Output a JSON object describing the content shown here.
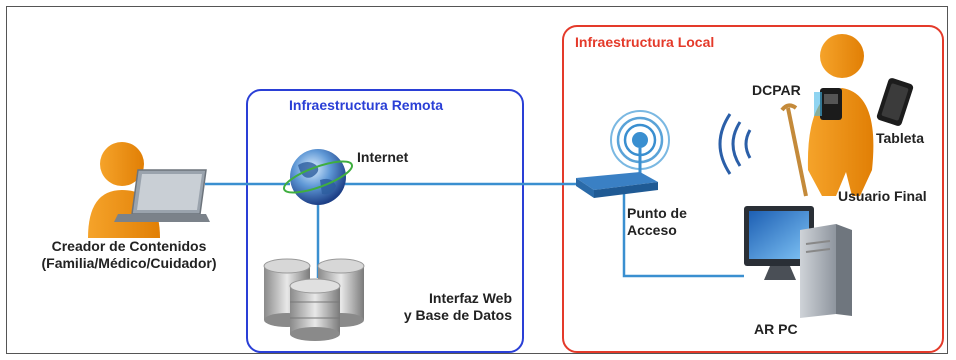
{
  "regions": {
    "remote": {
      "title": "Infraestructura Remota",
      "color": "#2a3fd6"
    },
    "local": {
      "title": "Infraestructura Local",
      "color": "#e43a2a"
    }
  },
  "nodes": {
    "creator": {
      "line1": "Creador de Contenidos",
      "line2": "(Familia/Médico/Cuidador)"
    },
    "internet": {
      "label": "Internet"
    },
    "database": {
      "line1": "Interfaz Web",
      "line2": "y Base de Datos"
    },
    "access_point": {
      "line1": "Punto de",
      "line2": "Acceso"
    },
    "dcpar": {
      "label": "DCPAR"
    },
    "tablet": {
      "label": "Tableta"
    },
    "end_user": {
      "label": "Usuario Final"
    },
    "ar_pc": {
      "label": "AR PC"
    }
  },
  "colors": {
    "link": "#3a8fd0",
    "person": "#f29312",
    "accent_red": "#e43a2a",
    "accent_blue": "#2a3fd6"
  }
}
